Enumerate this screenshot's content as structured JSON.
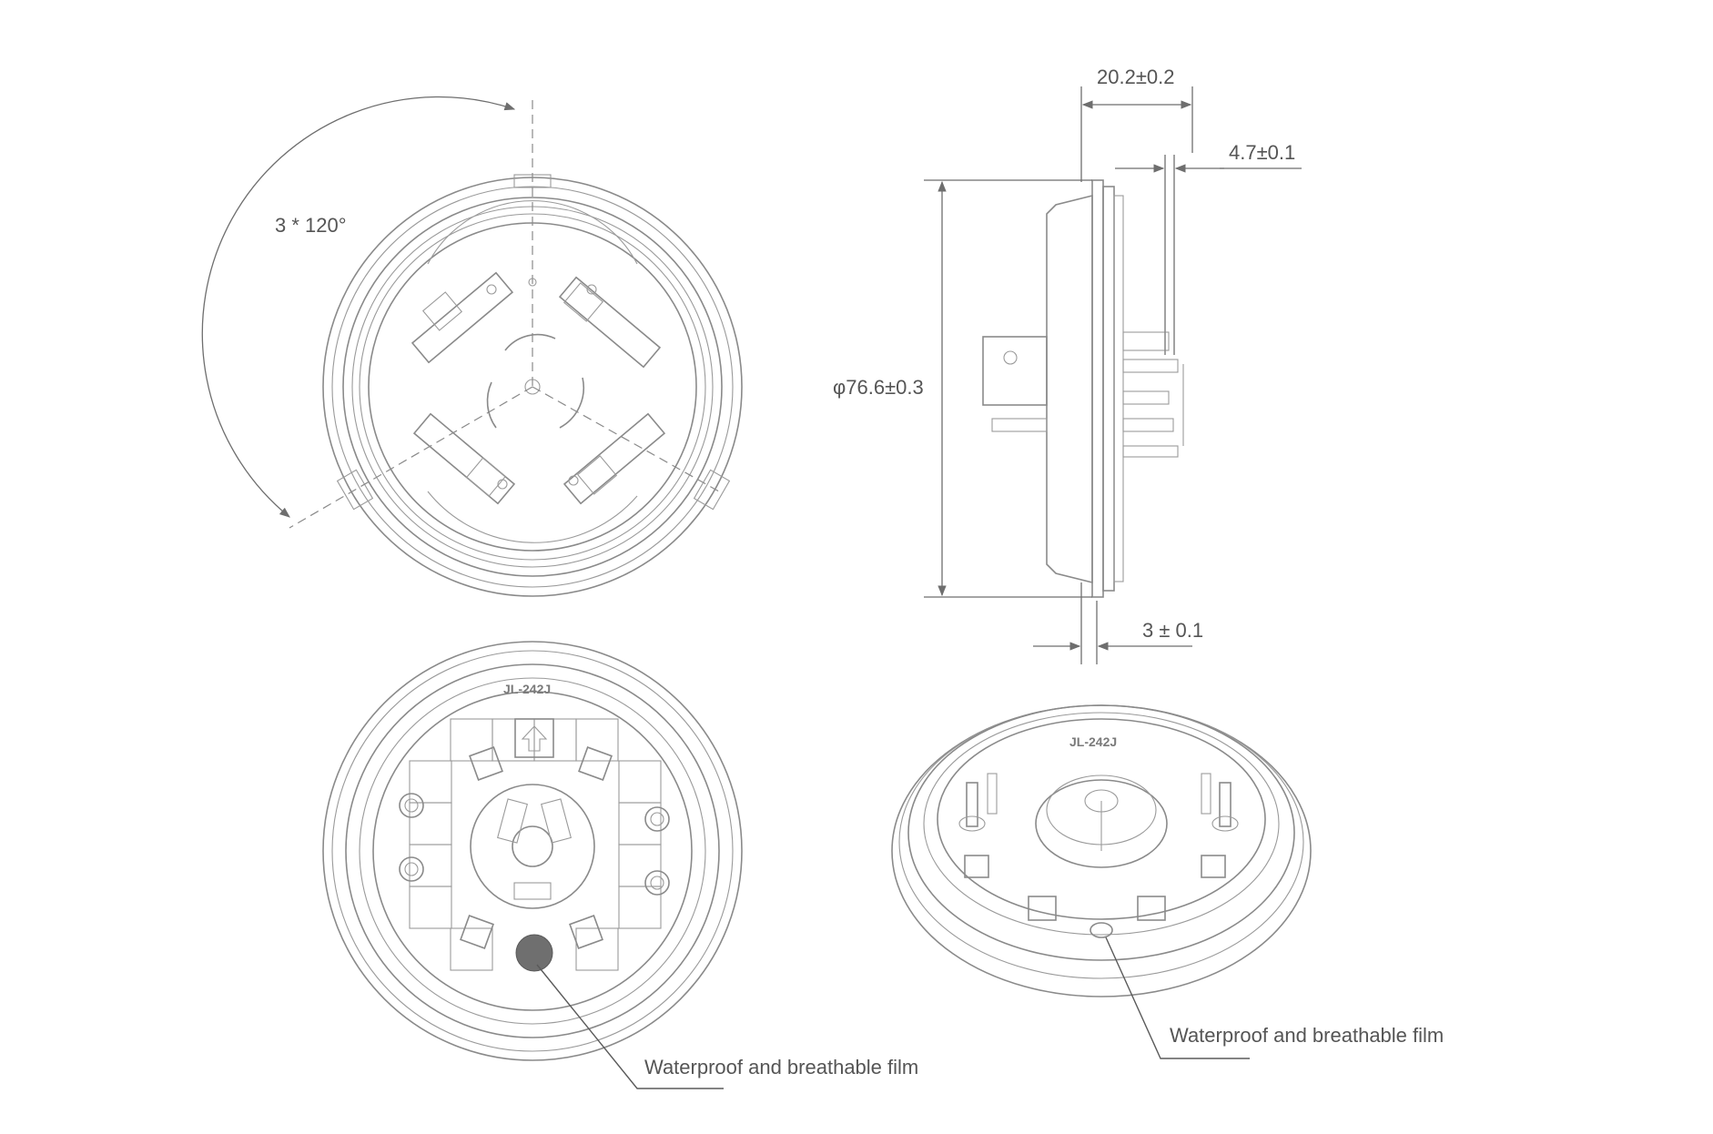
{
  "dimensions": {
    "rotation": "3 * 120°",
    "diameter": "φ76.6±0.3",
    "depth": "20.2±0.2",
    "pin_height": "4.7±0.1",
    "flange": "3 ± 0.1"
  },
  "model_label": "JL-242J",
  "callouts": {
    "film_bottom": "Waterproof and breathable film",
    "film_perspective": "Waterproof and breathable film"
  },
  "colors": {
    "line": "#8a8a8a",
    "film_fill": "#6f6f6f",
    "text": "#555555"
  }
}
